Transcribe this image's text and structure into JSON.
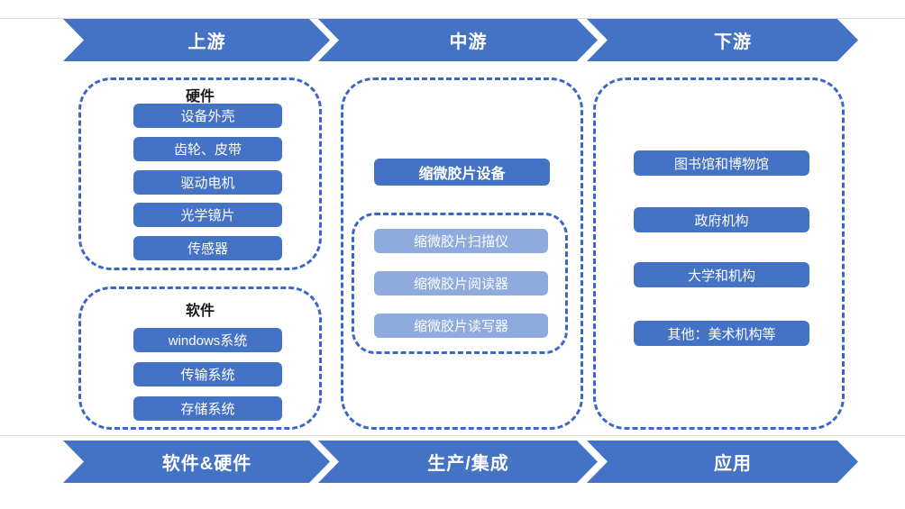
{
  "colors": {
    "primary_blue": "#4472C4",
    "light_blue": "#8FAADC",
    "dashed_border_blue": "#3B66C8",
    "text_on_blue": "#FFFFFF",
    "header_text": "#1A1A1A"
  },
  "top_arrows": [
    {
      "label": "上游"
    },
    {
      "label": "中游"
    },
    {
      "label": "下游"
    }
  ],
  "bottom_arrows": [
    {
      "label": "软件&硬件"
    },
    {
      "label": "生产/集成"
    },
    {
      "label": "应用"
    }
  ],
  "upstream": {
    "hardware": {
      "title": "硬件",
      "items": [
        "设备外壳",
        "齿轮、皮带",
        "驱动电机",
        "光学镜片",
        "传感器"
      ]
    },
    "software": {
      "title": "软件",
      "items": [
        "windows系统",
        "传输系统",
        "存储系统"
      ]
    }
  },
  "midstream": {
    "main_item": "缩微胶片设备",
    "sub_items": [
      "缩微胶片扫描仪",
      "缩微胶片阅读器",
      "缩微胶片读写器"
    ]
  },
  "downstream": {
    "items": [
      "图书馆和博物馆",
      "政府机构",
      "大学和机构",
      "其他：美术机构等"
    ]
  }
}
